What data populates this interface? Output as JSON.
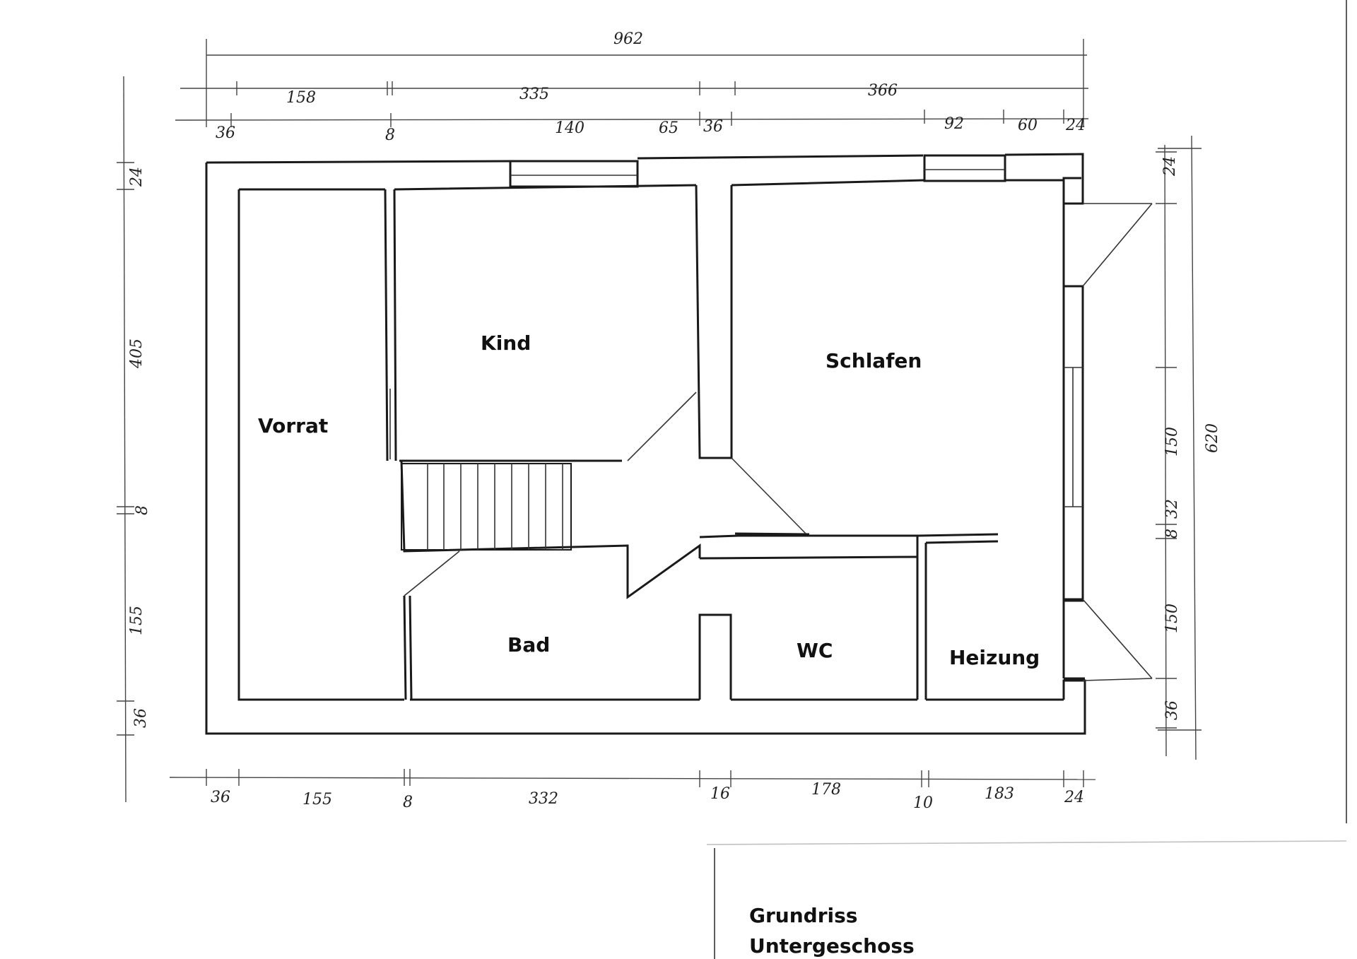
{
  "rooms": {
    "vorrat": "Vorrat",
    "kind": "Kind",
    "schlafen": "Schlafen",
    "bad": "Bad",
    "wc": "WC",
    "heizung": "Heizung"
  },
  "title": {
    "line1": "Grundriss",
    "line2": "Untergeschoss"
  },
  "dimensions": {
    "top_total": "962",
    "top_row1": [
      "158",
      "335",
      "366"
    ],
    "top_row2": [
      "36",
      "8",
      "140",
      "65",
      "36",
      "92",
      "60",
      "24"
    ],
    "bottom_row": [
      "36",
      "155",
      "8",
      "332",
      "16",
      "178",
      "10",
      "183",
      "24"
    ],
    "left": [
      "24",
      "405",
      "8",
      "155",
      "36"
    ],
    "right_inner": [
      "24",
      "150",
      "8",
      "32",
      "150",
      "36"
    ],
    "right_total": "620"
  }
}
